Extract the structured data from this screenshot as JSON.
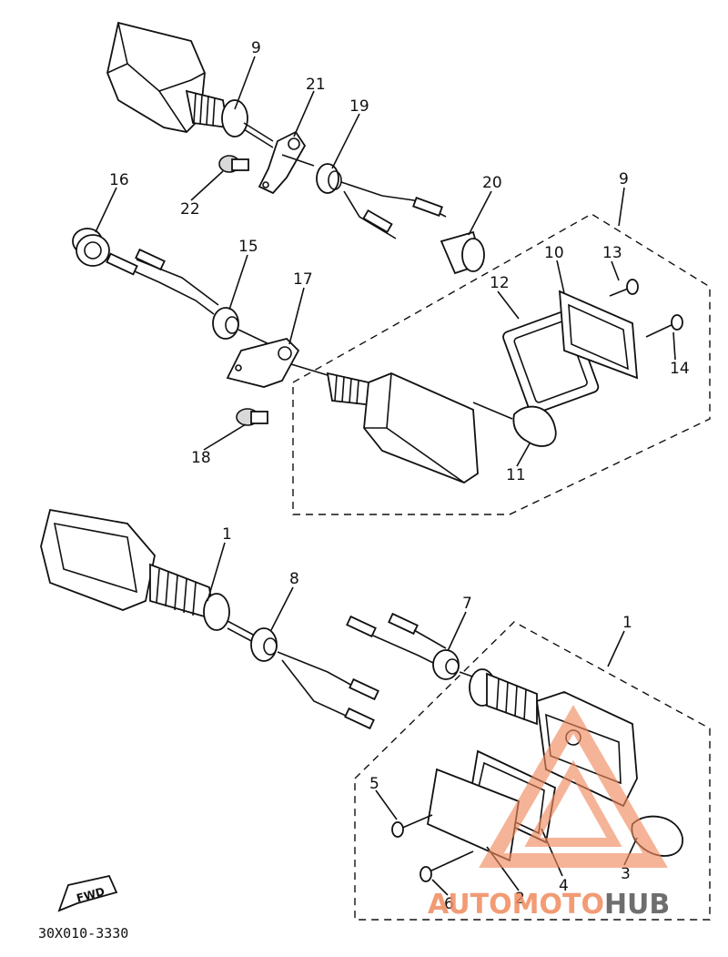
{
  "diagram": {
    "labels": {
      "p1a": "1",
      "p1b": "1",
      "p2": "2",
      "p3": "3",
      "p4": "4",
      "p5": "5",
      "p6": "6",
      "p7": "7",
      "p8": "8",
      "p9a": "9",
      "p9b": "9",
      "p10": "10",
      "p11": "11",
      "p12": "12",
      "p13": "13",
      "p14": "14",
      "p15": "15",
      "p16": "16",
      "p17": "17",
      "p18": "18",
      "p19": "19",
      "p20": "20",
      "p21": "21",
      "p22": "22"
    },
    "code": "30X010-3330",
    "fwd": "FWD"
  },
  "watermark": {
    "part1": "AUTOMOTO",
    "part2": "HUB",
    "accent_color": "#f08a5d",
    "text_color": "#555555"
  }
}
